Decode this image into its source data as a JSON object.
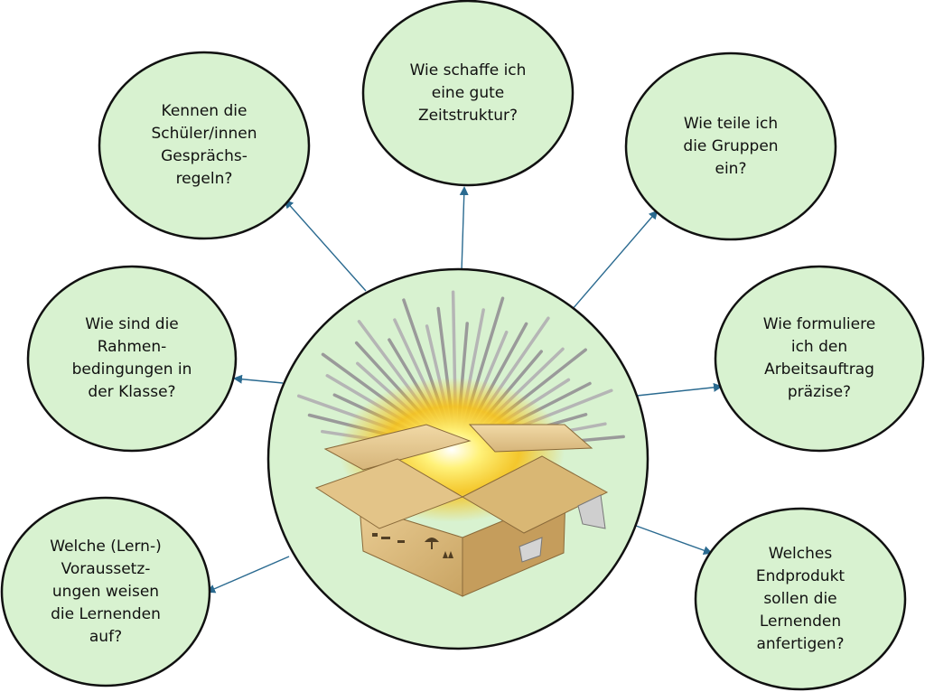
{
  "diagram": {
    "colors": {
      "bubble_fill": "#d8f2d0",
      "bubble_stroke": "#111111",
      "arrow": "#2a6a90"
    },
    "center_image": "open-cardboard-box-with-light-rays",
    "nodes": [
      {
        "id": "zeitstruktur",
        "text": "Wie schaffe ich\neine gute\nZeitstruktur?"
      },
      {
        "id": "gespraechsregeln",
        "text": "Kennen die\nSchüler/innen\nGesprächs-\nregeln?"
      },
      {
        "id": "gruppen",
        "text": "Wie teile ich\ndie Gruppen\nein?"
      },
      {
        "id": "rahmenbedingungen",
        "text": "Wie sind die\nRahmen-\nbedingungen in\nder Klasse?"
      },
      {
        "id": "arbeitsauftrag",
        "text": "Wie formuliere\nich den\nArbeitsauftrag\npräzise?"
      },
      {
        "id": "voraussetzungen",
        "text": "Welche (Lern-)\nVoraussetz-\nungen weisen\ndie Lernenden\nauf?"
      },
      {
        "id": "endprodukt",
        "text": "Welches\nEndprodukt\nsollen die\nLernenden\nanfertigen?"
      }
    ]
  }
}
